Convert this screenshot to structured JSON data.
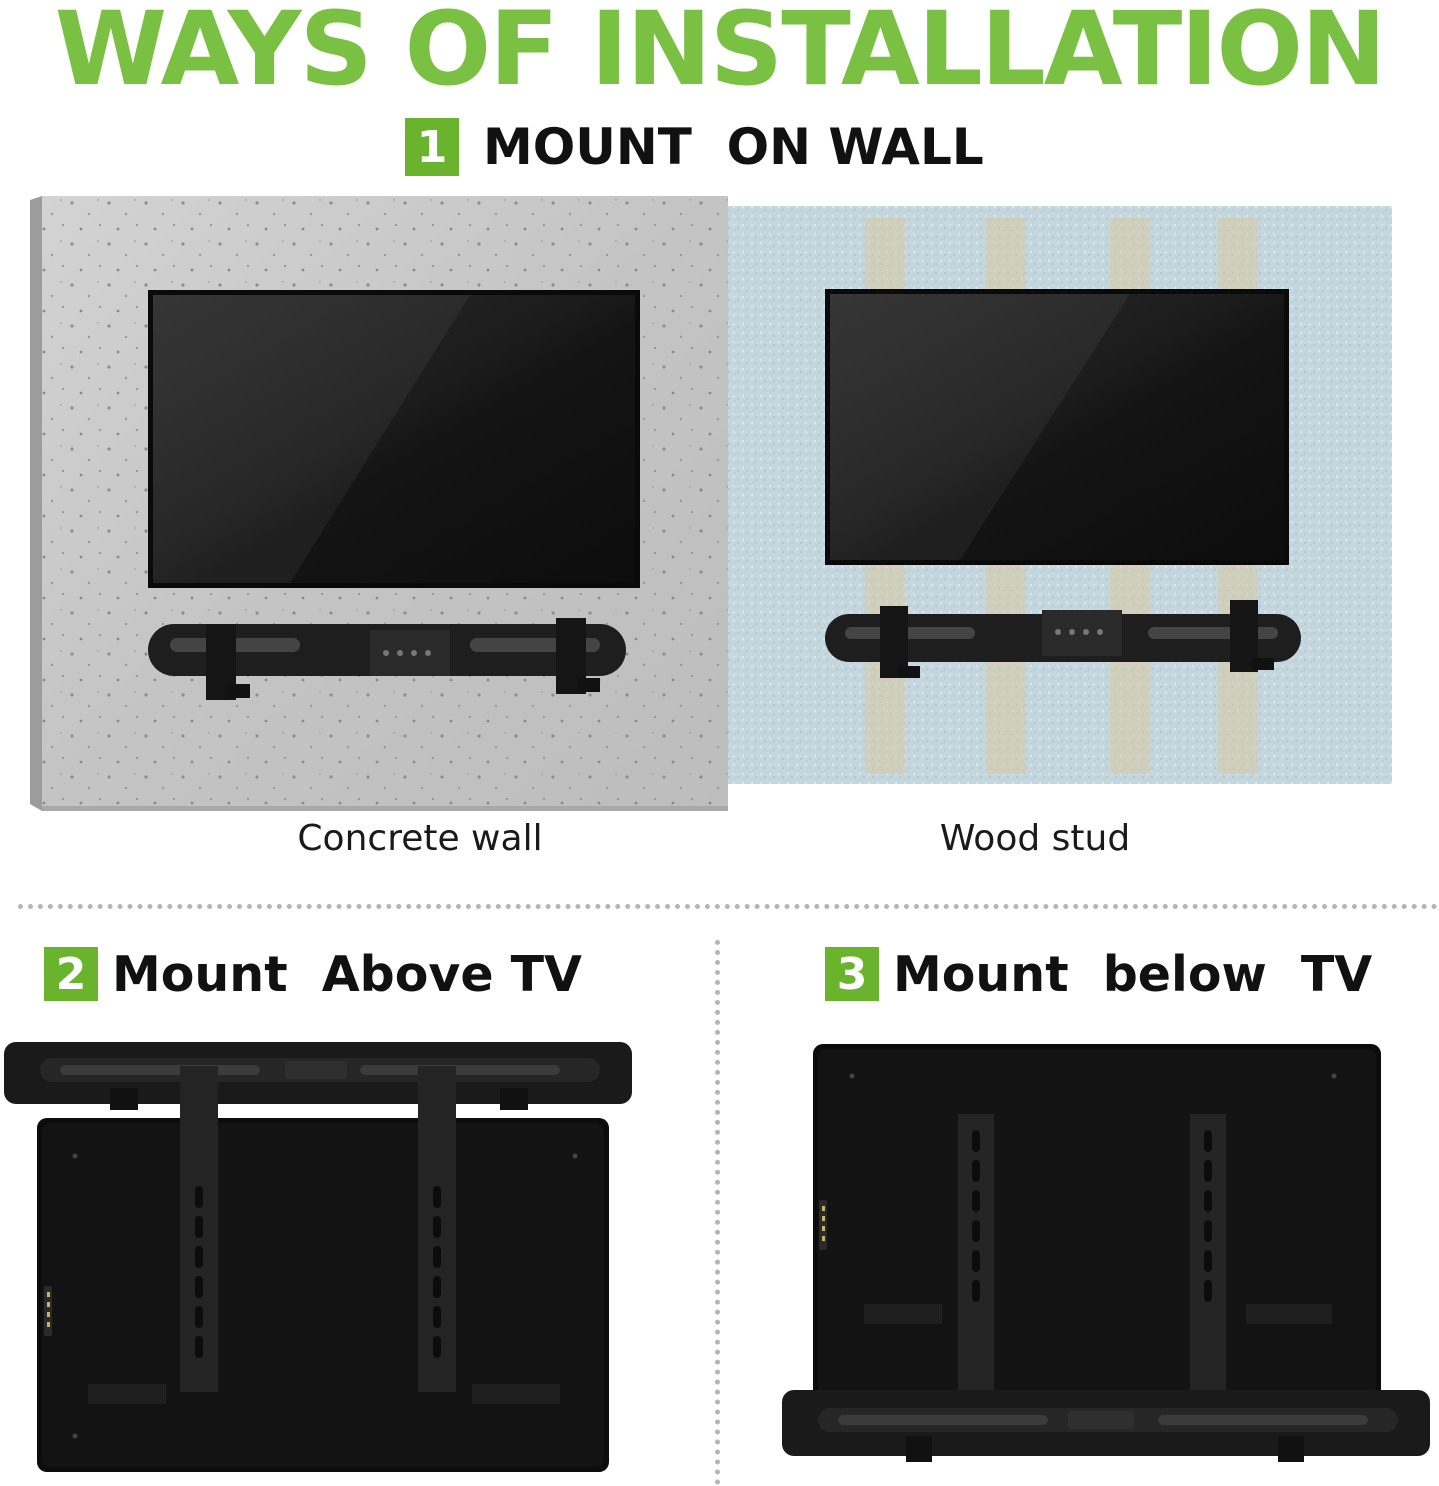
{
  "title": "WAYS OF INSTALLATION",
  "colors": {
    "accent_green": "#7ac143",
    "badge_green": "#6ab42d",
    "text_dark": "#111111",
    "concrete": "#c9c9c9",
    "wall_blue": "#c5d7de",
    "tv_black": "#141414"
  },
  "sections": {
    "wall": {
      "number": "1",
      "label": "MOUNT  ON WALL"
    },
    "above": {
      "number": "2",
      "label": "Mount  Above TV"
    },
    "below": {
      "number": "3",
      "label": "Mount  below  TV"
    }
  },
  "captions": {
    "concrete": "Concrete wall",
    "wood": "Wood stud"
  }
}
